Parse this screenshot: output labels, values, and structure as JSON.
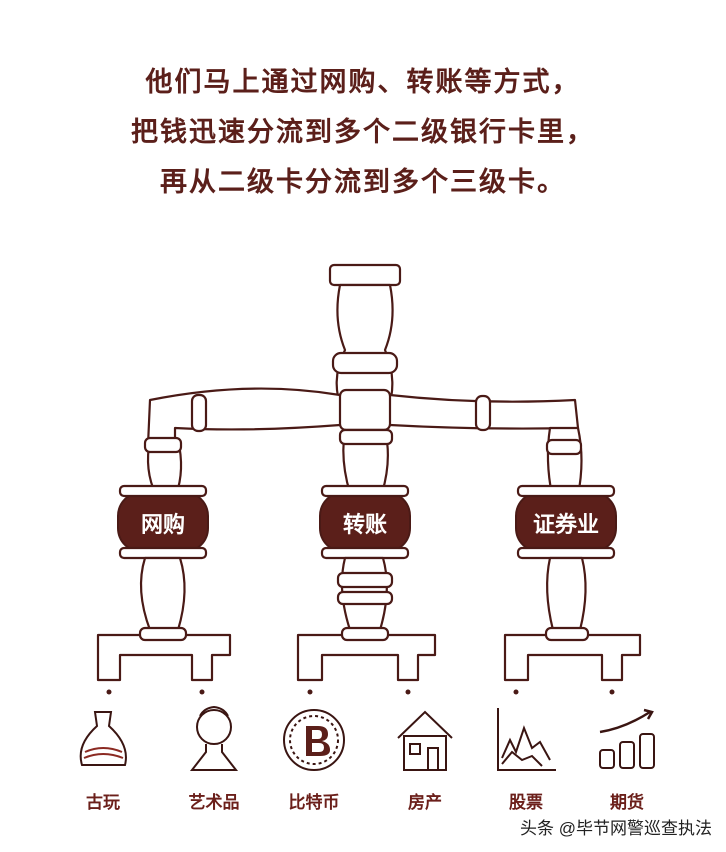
{
  "caption": {
    "line1": "他们马上通过网购、转账等方式，",
    "line2": "把钱迅速分流到多个二级银行卡里，",
    "line3": "再从二级卡分流到多个三级卡。"
  },
  "branches": [
    {
      "label": "网购"
    },
    {
      "label": "转账"
    },
    {
      "label": "证券业"
    }
  ],
  "outlets": [
    {
      "label": "古玩",
      "icon": "vase-icon"
    },
    {
      "label": "艺术品",
      "icon": "bust-statue-icon"
    },
    {
      "label": "比特币",
      "icon": "bitcoin-icon"
    },
    {
      "label": "房产",
      "icon": "house-icon"
    },
    {
      "label": "股票",
      "icon": "stock-chart-icon"
    },
    {
      "label": "期货",
      "icon": "coins-growth-icon"
    }
  ],
  "watermark": "头条 @毕节网警巡查执法",
  "colors": {
    "dark_red": "#5b1f1a",
    "pipe_fill": "#ffffff",
    "pipe_line": "#4a1a16"
  }
}
